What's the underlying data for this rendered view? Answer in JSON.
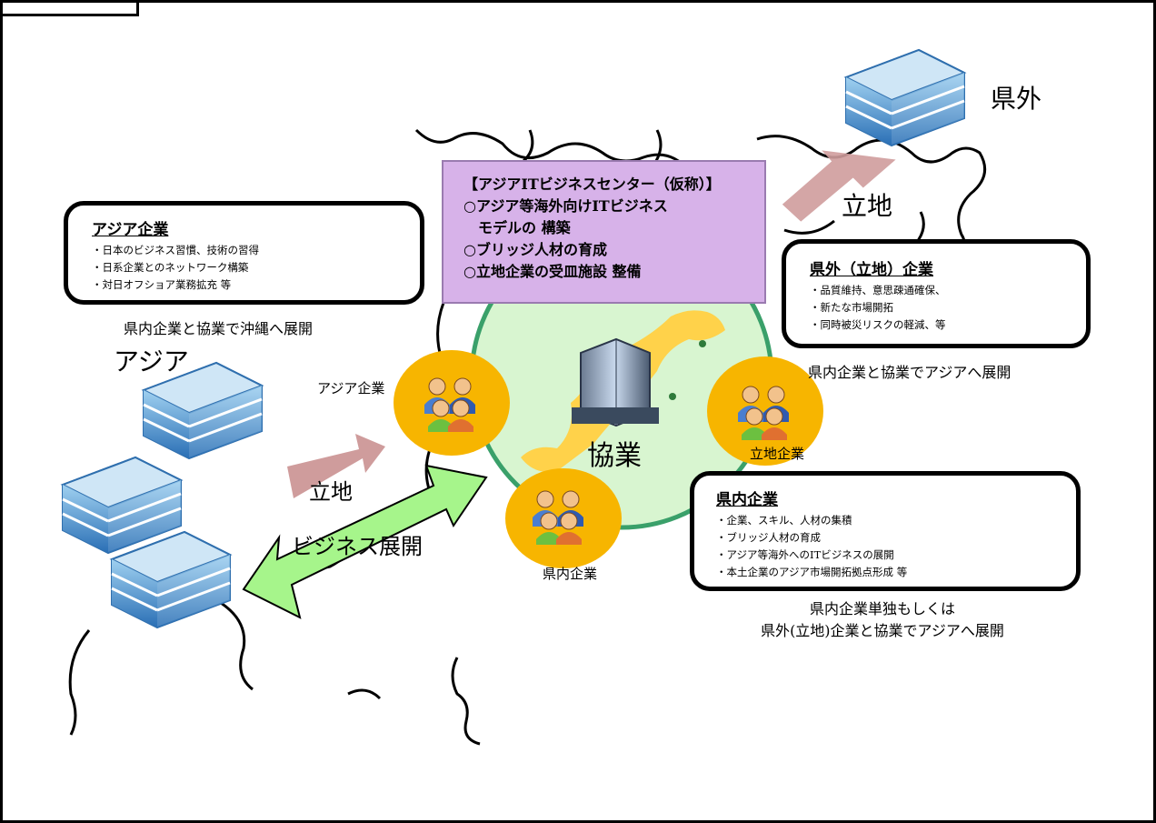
{
  "labels": {
    "kengai": "県外",
    "ritchi_top": "立地",
    "asia": "アジア",
    "ritchi_left": "立地",
    "business": "ビジネス展開",
    "kyogyo": "協業",
    "asia_company": "アジア企業",
    "ritchi_company": "立地企業",
    "kennai_company": "県内企業"
  },
  "center_box": {
    "title": "【アジアITビジネスセンター（仮称）】",
    "lines": [
      "○アジア等海外向けITビジネス",
      "　モデルの 構築",
      "○ブリッジ人材の育成",
      "○立地企業の受皿施設 整備"
    ]
  },
  "asia_box": {
    "title": "アジア企業",
    "items": [
      "日本のビジネス習慣、技術の習得",
      "日系企業とのネットワーク構築",
      "対日オフショア業務拡充 等"
    ],
    "caption": "県内企業と協業で沖縄へ展開"
  },
  "kengai_box": {
    "title": "県外（立地）企業",
    "items": [
      "品質維持、意思疎通確保、",
      "新たな市場開拓",
      "同時被災リスクの軽減、等"
    ],
    "caption": "県内企業と協業でアジアへ展開"
  },
  "kennai_box": {
    "title": "県内企業",
    "items": [
      "企業、スキル、人材の集積",
      "ブリッジ人材の育成",
      "アジア等海外へのITビジネスの展開",
      "本土企業のアジア市場開拓拠点形成 等"
    ],
    "caption_line1": "県内企業単独もしくは",
    "caption_line2": "県外(立地)企業と協業でアジアへ展開"
  },
  "colors": {
    "center_box_fill": "#d7b2e9",
    "okinawa_circle": "#d8f5d0",
    "okinawa_ring": "#3aa06a",
    "island": "#ffd24a",
    "people_circle": "#f7b500",
    "ritchi_arrow": "#cf9c9c",
    "business_arrow": "#a6f58b"
  }
}
